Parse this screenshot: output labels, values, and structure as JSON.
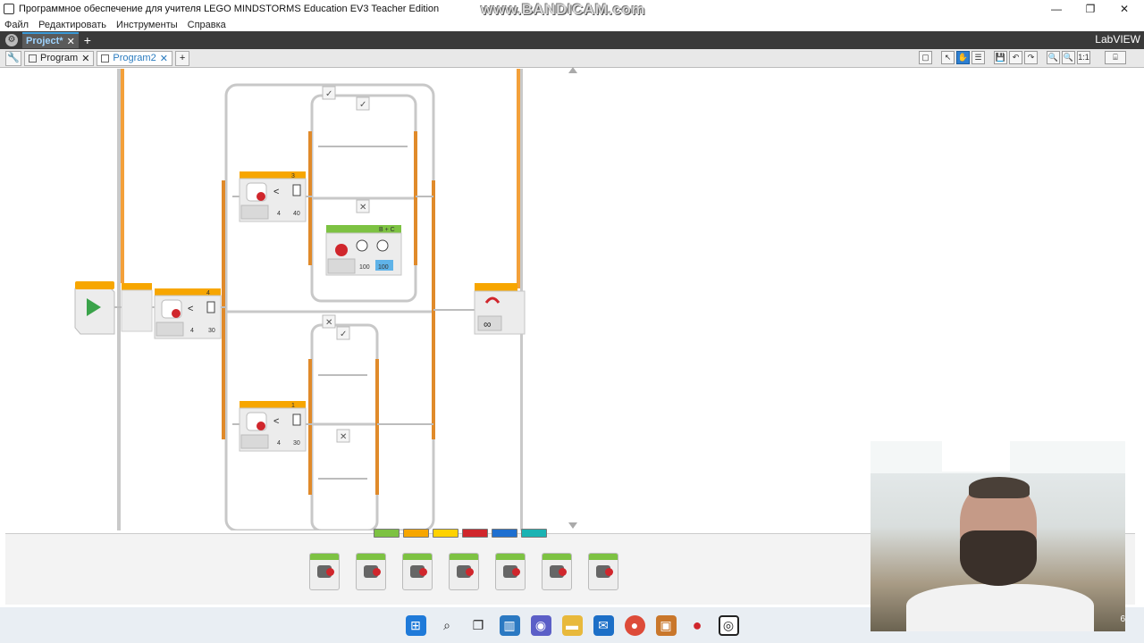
{
  "window": {
    "title": "Программное обеспечение для учителя LEGO MINDSTORMS Education EV3 Teacher Edition",
    "watermark": "www.BANDICAM.com",
    "minimize": "—",
    "maximize": "❐",
    "close": "✕"
  },
  "menu": {
    "items": [
      "Файл",
      "Редактировать",
      "Инструменты",
      "Справка"
    ]
  },
  "project_bar": {
    "home_icon": "⚙",
    "project_tab": "Project*",
    "close": "✕",
    "add": "+",
    "brand": "LabVIEW"
  },
  "program_bar": {
    "wrench_icon": "🔧",
    "tabs": [
      {
        "label": "Program",
        "close": "✕"
      },
      {
        "label": "Program2",
        "close": "✕"
      }
    ],
    "add": "+",
    "tools": [
      "▢",
      "↖",
      "✋",
      "☰",
      "💾",
      "↶",
      "↷",
      "🔍",
      "🔍",
      "1:1",
      "⌸"
    ]
  },
  "canvas": {
    "blocks": {
      "main_loop_label": "4",
      "main_switch_params": [
        "4",
        "30"
      ],
      "upper_switch_label": "3",
      "upper_switch_params": [
        "4",
        "40"
      ],
      "move_block_ports": "B + C",
      "move_block_params": [
        "100",
        "100"
      ],
      "lower_switch_label": "1",
      "lower_switch_params": [
        "4",
        "30"
      ],
      "loop_interrupt_label": "∞",
      "case_true": "✓",
      "case_false": "✕",
      "compare_op": "<"
    }
  },
  "palette": {
    "category_colors": [
      "#7dc242",
      "#f7a600",
      "#ffd200",
      "#d0262c",
      "#1e6fd0",
      "#1bb3b3"
    ],
    "block_count": 7
  },
  "taskbar": {
    "icons": [
      "windows-icon",
      "search-icon",
      "task-view-icon",
      "file-explorer-icon",
      "teams-icon",
      "folder-icon",
      "mail-icon",
      "chrome-icon",
      "app-icon",
      "record-icon",
      "ev3-icon"
    ]
  },
  "webcam": {
    "time": "6"
  }
}
